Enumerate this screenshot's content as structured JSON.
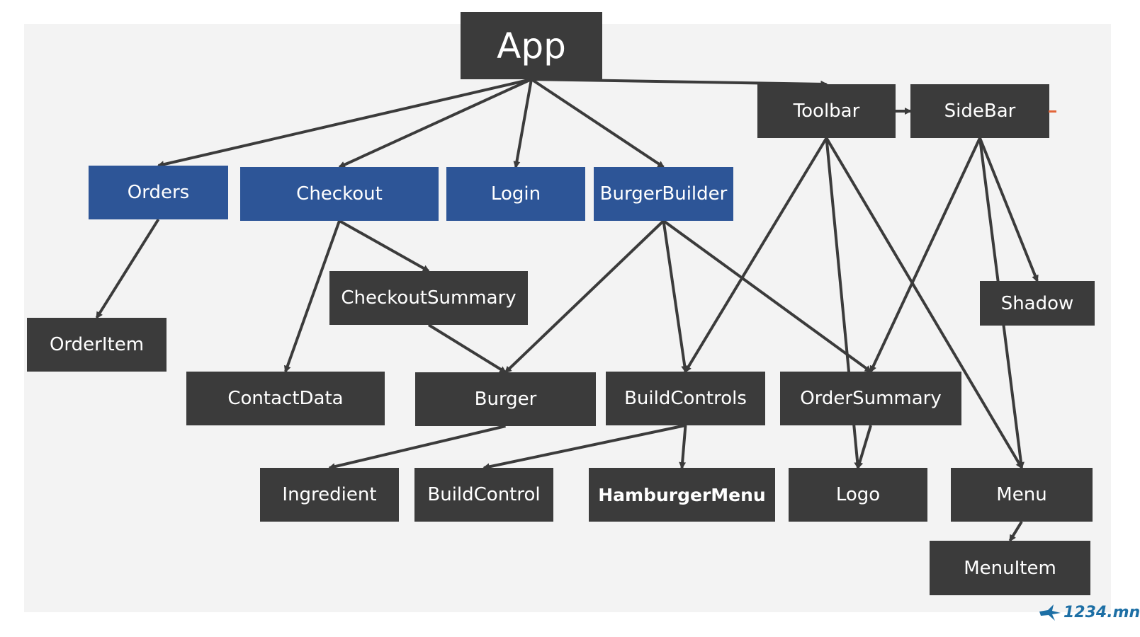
{
  "colors": {
    "dark_node": "#3b3b3b",
    "blue_node": "#2d5597",
    "edge": "#3b3b3b",
    "background": "#f3f3f3"
  },
  "nodes": {
    "app": "App",
    "toolbar": "Toolbar",
    "sidebar": "SideBar",
    "orders": "Orders",
    "checkout": "Checkout",
    "login": "Login",
    "burgerbuilder": "BurgerBuilder",
    "checkoutsummary": "CheckoutSummary",
    "shadow": "Shadow",
    "orderitem": "OrderItem",
    "contactdata": "ContactData",
    "burger": "Burger",
    "buildcontrols": "BuildControls",
    "ordersummary": "OrderSummary",
    "ingredient": "Ingredient",
    "buildcontrol": "BuildControl",
    "hamburgermenu": "HamburgerMenu",
    "logo": "Logo",
    "menu": "Menu",
    "menuitem": "MenuItem"
  },
  "edges": [
    [
      "app",
      "orders"
    ],
    [
      "app",
      "checkout"
    ],
    [
      "app",
      "login"
    ],
    [
      "app",
      "burgerbuilder"
    ],
    [
      "app",
      "toolbar"
    ],
    [
      "toolbar",
      "sidebar"
    ],
    [
      "orders",
      "orderitem"
    ],
    [
      "checkout",
      "checkoutsummary"
    ],
    [
      "checkout",
      "contactdata"
    ],
    [
      "checkoutsummary",
      "burger"
    ],
    [
      "burgerbuilder",
      "burger"
    ],
    [
      "burgerbuilder",
      "buildcontrols"
    ],
    [
      "burgerbuilder",
      "ordersummary"
    ],
    [
      "toolbar",
      "buildcontrols"
    ],
    [
      "toolbar",
      "logo"
    ],
    [
      "toolbar",
      "menu"
    ],
    [
      "sidebar",
      "shadow"
    ],
    [
      "sidebar",
      "ordersummary"
    ],
    [
      "sidebar",
      "menu"
    ],
    [
      "burger",
      "ingredient"
    ],
    [
      "buildcontrols",
      "buildcontrol"
    ],
    [
      "buildcontrols",
      "hamburgermenu"
    ],
    [
      "ordersummary",
      "logo"
    ],
    [
      "menu",
      "menuitem"
    ]
  ],
  "watermark": "1234.mn"
}
